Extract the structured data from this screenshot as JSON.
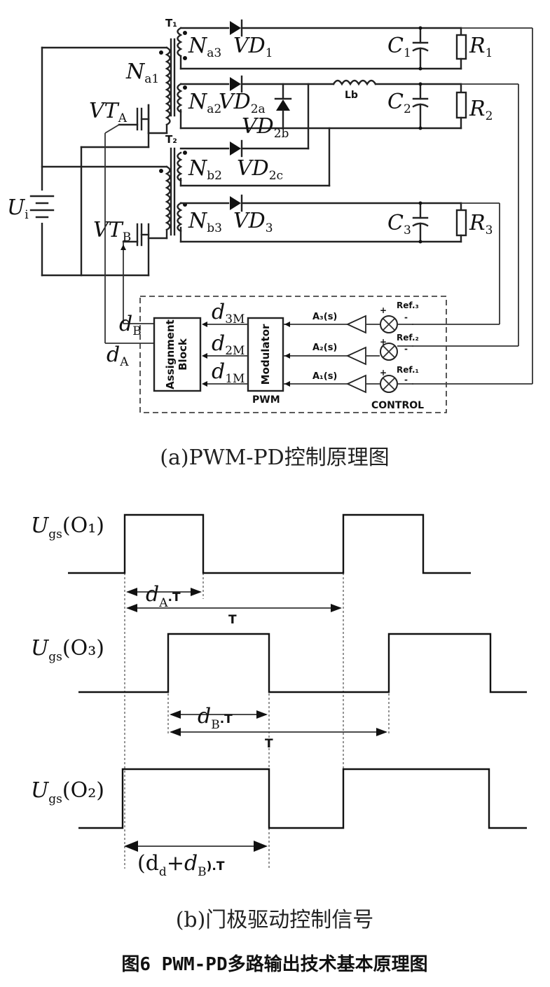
{
  "circuit": {
    "transformer1": "T₁",
    "transformer2": "T₂",
    "na3": "N",
    "na3_sub": "a3",
    "na1": "N",
    "na1_sub": "a1",
    "na2": "N",
    "na2_sub": "a2",
    "nb2": "N",
    "nb2_sub": "b2",
    "nb3": "N",
    "nb3_sub": "b3",
    "vd1": "VD",
    "vd1_sub": "1",
    "vd2a": "VD",
    "vd2a_sub": "2a",
    "vd2b": "VD",
    "vd2b_sub": "2b",
    "vd2c": "VD",
    "vd2c_sub": "2c",
    "vd3": "VD",
    "vd3_sub": "3",
    "vta": "VT",
    "vta_sub": "A",
    "vtb": "VT",
    "vtb_sub": "B",
    "ui": "U",
    "ui_sub": "i",
    "lb": "Lb",
    "c1": "C",
    "c1_sub": "1",
    "c2": "C",
    "c2_sub": "2",
    "c3": "C",
    "c3_sub": "3",
    "r1": "R",
    "r1_sub": "1",
    "r2": "R",
    "r2_sub": "2",
    "r3": "R",
    "r3_sub": "3"
  },
  "control": {
    "db": "d",
    "db_sub": "B",
    "da": "d",
    "da_sub": "A",
    "d3m": "d",
    "d3m_sub": "3M",
    "d2m": "d",
    "d2m_sub": "2M",
    "d1m": "d",
    "d1m_sub": "1M",
    "assignment_line1": "Assignment",
    "assignment_line2": "Block",
    "modulator": "Modulator",
    "pwm": "PWM",
    "control_label": "CONTROL",
    "a3": "A₃(s)",
    "a2": "A₂(s)",
    "a1": "A₁(s)",
    "ref3": "Ref.₃",
    "ref2": "Ref.₂",
    "ref1": "Ref.₁"
  },
  "caption_a": "(a)PWM-PD控制原理图",
  "waveforms": {
    "o1_label": "U",
    "o1_sub": "gs",
    "o1_arg": "(O₁)",
    "o3_label": "U",
    "o3_sub": "gs",
    "o3_arg": "(O₃)",
    "o2_label": "U",
    "o2_sub": "gs",
    "o2_arg": "(O₂)",
    "da_t": "d",
    "da_t_sub": "A",
    "da_t_suffix": ".T",
    "t1": "T",
    "db_t": "d",
    "db_t_sub": "B",
    "db_t_suffix": ".T",
    "t2": "T",
    "sum_open": "(d",
    "sum_sub1": "d",
    "sum_mid": "+d",
    "sum_sub2": "B",
    "sum_close": ").T"
  },
  "caption_b": "(b)门极驱动控制信号",
  "figure_caption": "图6  PWM-PD多路输出技术基本原理图"
}
